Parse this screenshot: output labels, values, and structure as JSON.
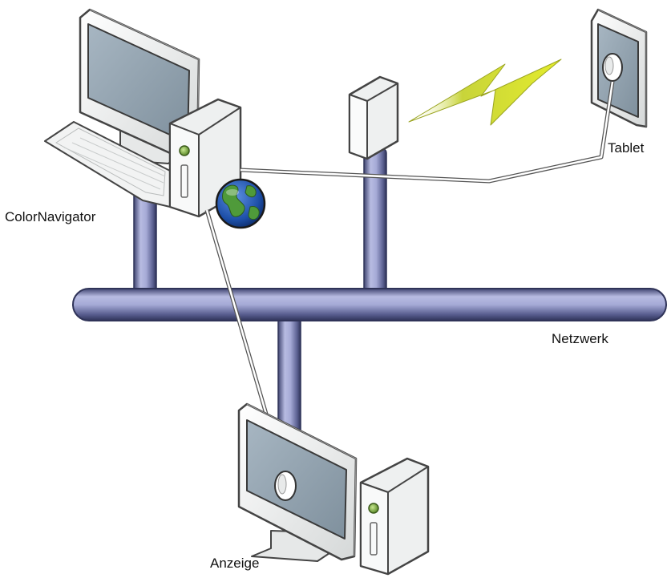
{
  "labels": {
    "colornavigator": "ColorNavigator",
    "tablet": "Tablet",
    "netzwerk": "Netzwerk",
    "anzeige": "Anzeige"
  },
  "icons": {
    "workstation": "desktop-computer-icon",
    "globe": "globe-icon",
    "access_point": "wireless-access-point-icon",
    "wireless_signal": "lightning-bolt-icon",
    "tablet": "tablet-with-sensor-icon",
    "network": "network-bus-pipe-icon",
    "display_station": "monitor-with-sensor-icon"
  },
  "colors": {
    "pipe_fill": "#a3a7d3",
    "pipe_dark": "#3a3e66",
    "device_fill": "#eceeee",
    "device_outline": "#4a4a4a",
    "screen_fill": "#8ea0ad",
    "lightning": "#d6e226",
    "led": "#7aa83a"
  }
}
